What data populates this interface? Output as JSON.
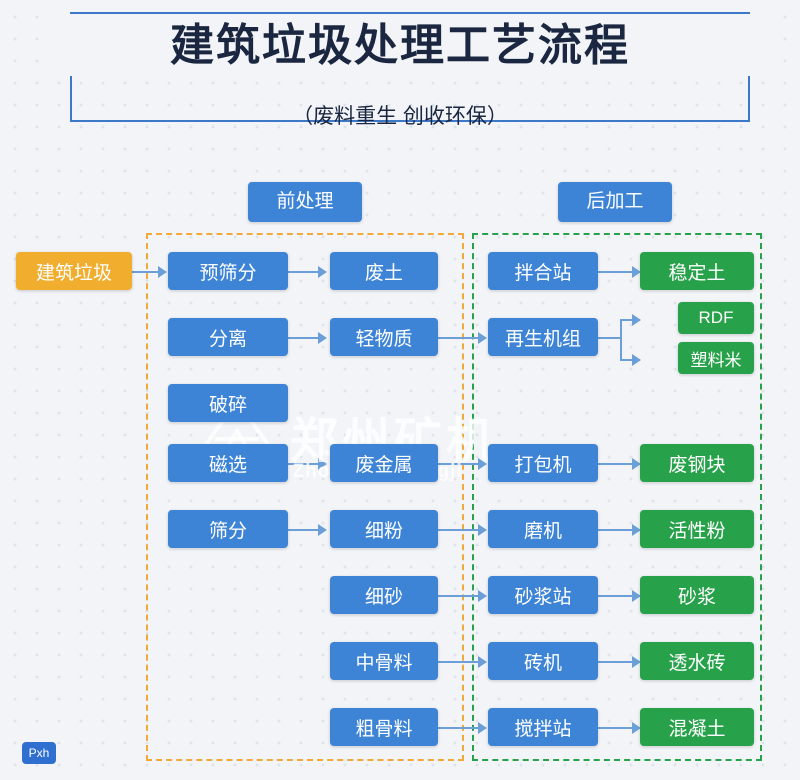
{
  "header": {
    "title": "建筑垃圾处理工艺流程",
    "subtitle": "（废料重生  创收环保）"
  },
  "watermark": {
    "text": "郑州矿机",
    "sub": "ZOONYE  Zhongyu Kuangji",
    "logo": "zy-logo-icon"
  },
  "groups": {
    "pre_label": "前处理",
    "post_label": "后加工"
  },
  "source": {
    "label": "建筑垃圾"
  },
  "colors": {
    "blue": "#3d84d6",
    "green": "#27a14a",
    "orange": "#f0ad2e",
    "frame_pre": "#f0a93a",
    "frame_post": "#27a14a",
    "connector": "#6c9fd8",
    "title": "#1b2740",
    "background": "#f2f4f8"
  },
  "nodes": {
    "col1": [
      {
        "label": "预筛分"
      },
      {
        "label": "分离"
      },
      {
        "label": "破碎"
      },
      {
        "label": "磁选"
      },
      {
        "label": "筛分"
      }
    ],
    "col2": [
      {
        "label": "废土"
      },
      {
        "label": "轻物质"
      },
      {
        "label": "废金属"
      },
      {
        "label": "细粉"
      },
      {
        "label": "细砂"
      },
      {
        "label": "中骨料"
      },
      {
        "label": "粗骨料"
      }
    ],
    "col3": [
      {
        "label": "拌合站"
      },
      {
        "label": "再生机组"
      },
      {
        "label": "打包机"
      },
      {
        "label": "磨机"
      },
      {
        "label": "砂浆站"
      },
      {
        "label": "砖机"
      },
      {
        "label": "搅拌站"
      }
    ],
    "col4": [
      {
        "label": "稳定土"
      },
      {
        "label": "RDF"
      },
      {
        "label": "塑料米"
      },
      {
        "label": "废钢块"
      },
      {
        "label": "活性粉"
      },
      {
        "label": "砂浆"
      },
      {
        "label": "透水砖"
      },
      {
        "label": "混凝土"
      }
    ]
  },
  "badge": {
    "label": "Pxh"
  }
}
